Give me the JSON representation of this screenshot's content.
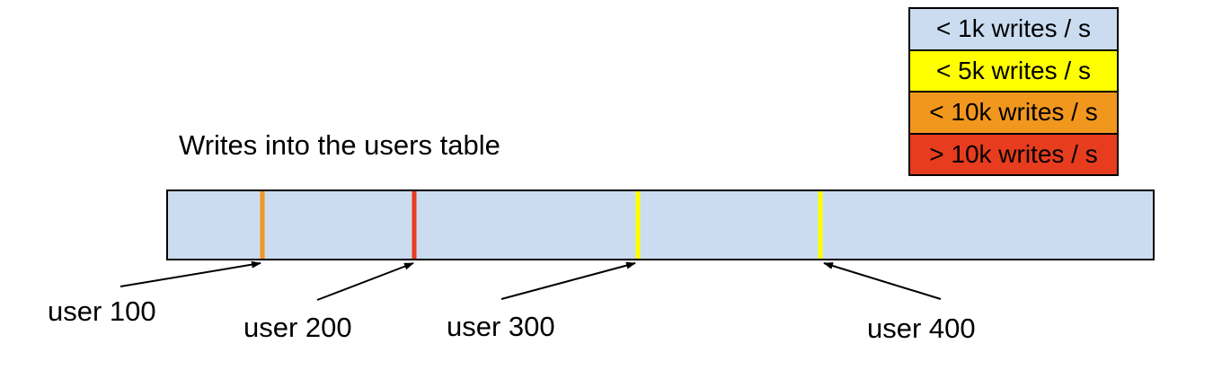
{
  "title": "Writes into the users table",
  "legend": {
    "items": [
      {
        "label": "< 1k writes / s",
        "color": "#cbdcf1"
      },
      {
        "label": "< 5k writes / s",
        "color": "#ffff00"
      },
      {
        "label": "< 10k writes / s",
        "color": "#f2971e"
      },
      {
        "label": "> 10k writes / s",
        "color": "#e73c1e"
      }
    ]
  },
  "bar": {
    "fill": "#cbdcf1",
    "markers": [
      {
        "user": "user 100",
        "rate": "< 10k writes / s",
        "color": "#f2971e",
        "x_pct": 9.6
      },
      {
        "user": "user 200",
        "rate": "> 10k writes / s",
        "color": "#e73c1e",
        "x_pct": 25.0
      },
      {
        "user": "user 300",
        "rate": "< 5k writes / s",
        "color": "#ffff00",
        "x_pct": 47.7
      },
      {
        "user": "user 400",
        "rate": "< 5k writes / s",
        "color": "#ffff00",
        "x_pct": 66.2
      }
    ]
  }
}
